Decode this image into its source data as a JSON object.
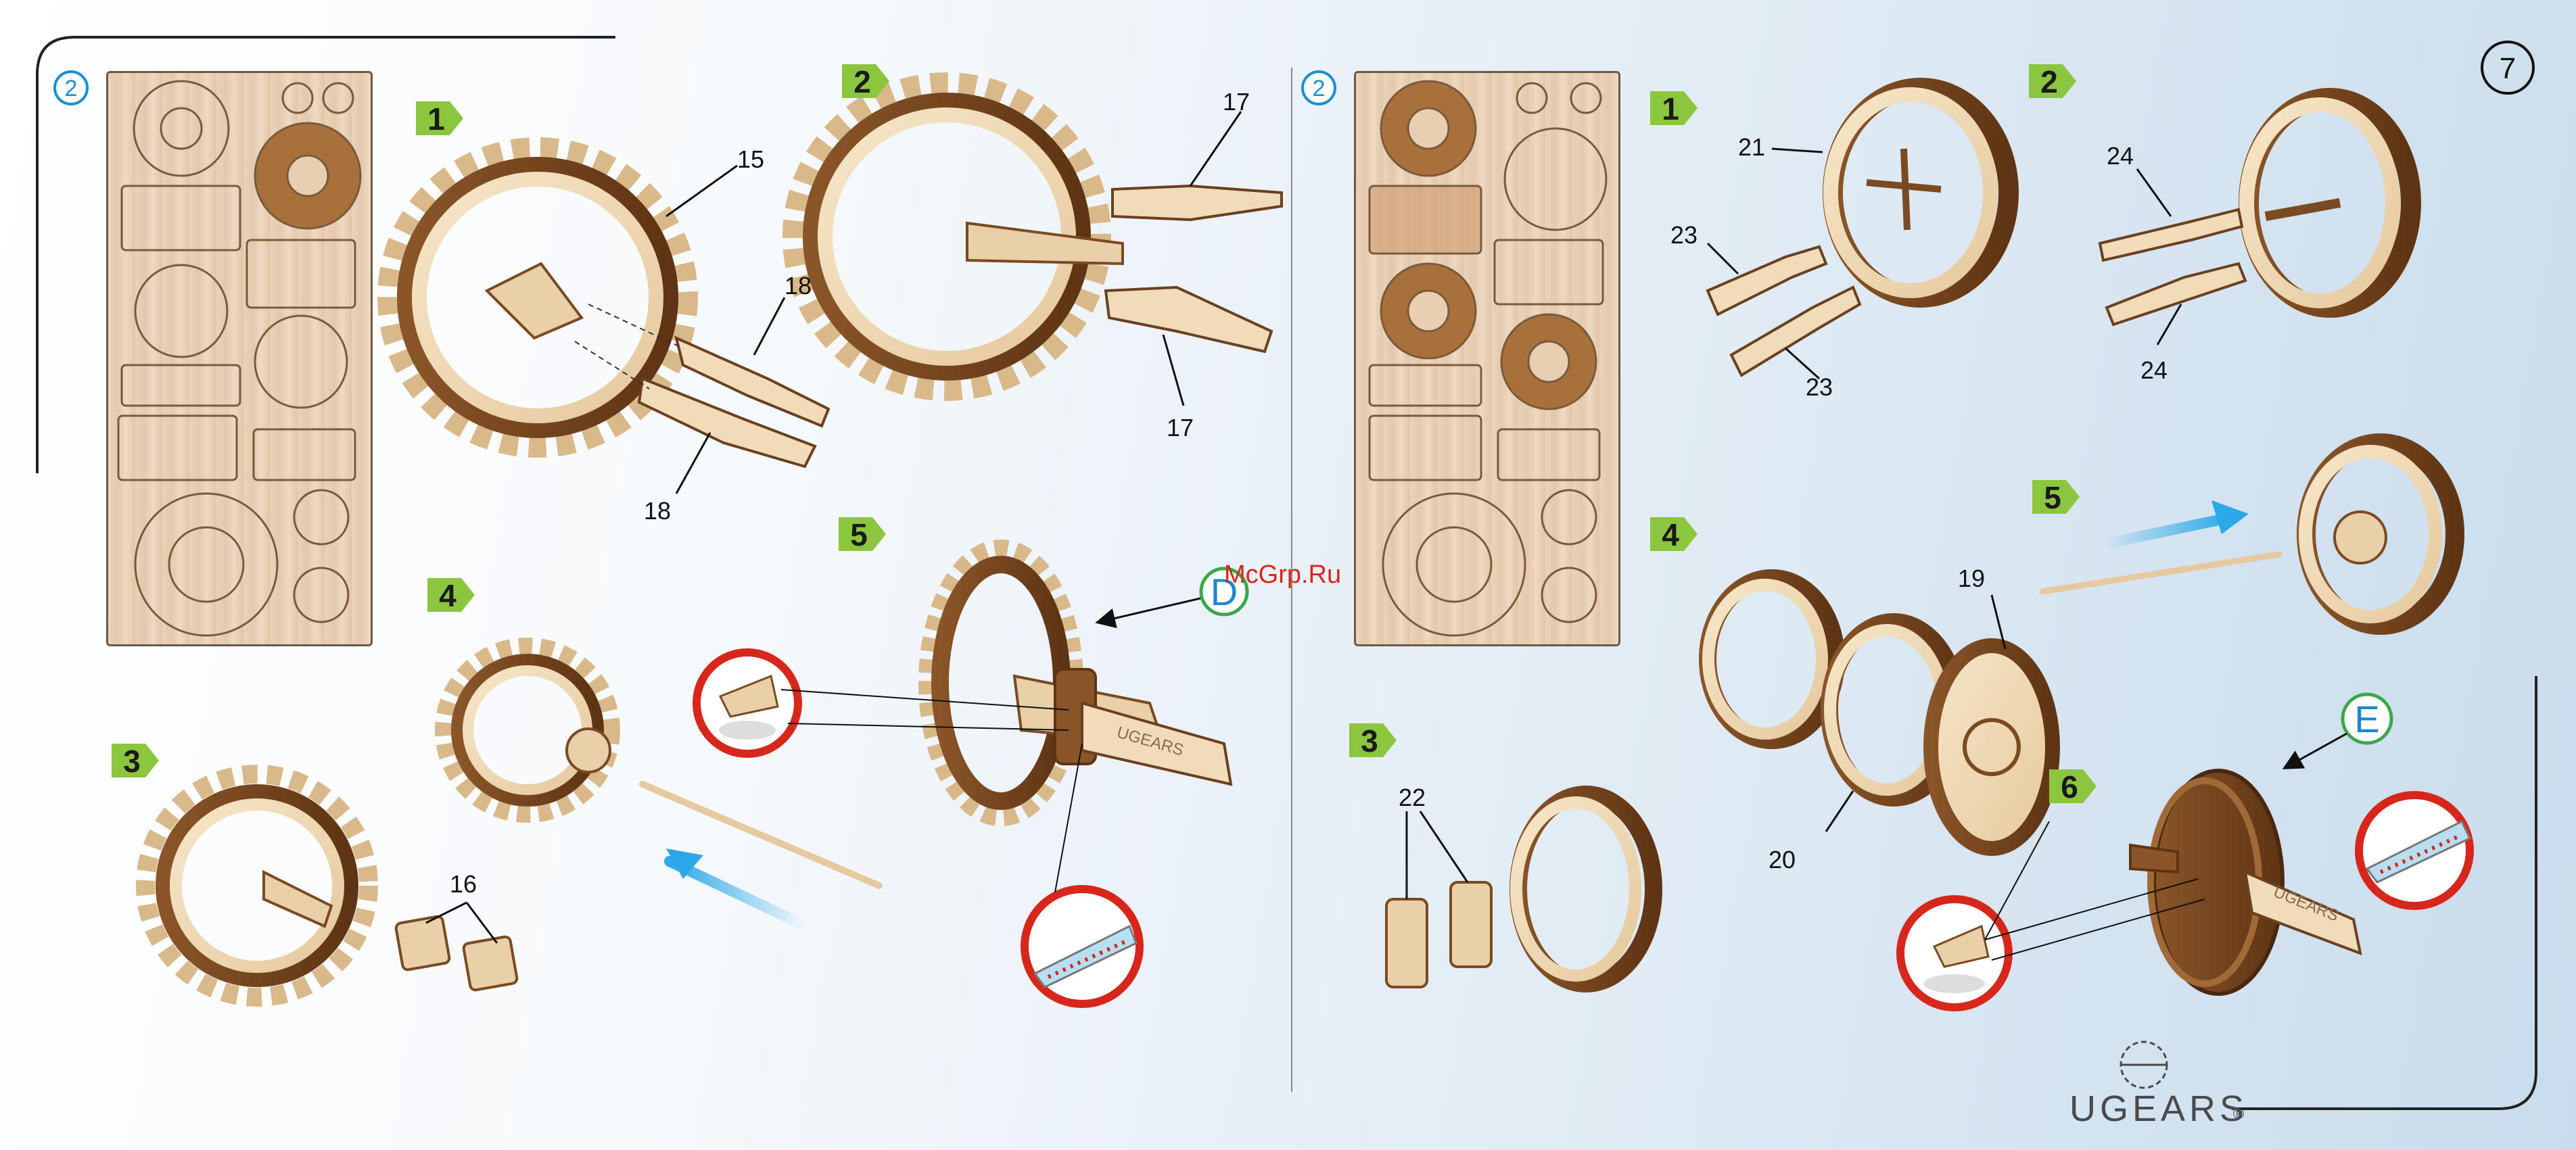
{
  "page": {
    "number": "7"
  },
  "watermark": "McGrp.Ru",
  "brand": {
    "logo": "UGEARS",
    "mark": "®"
  },
  "engraving": "UGEARS",
  "left": {
    "sheet_number": "2",
    "steps": {
      "s1": "1",
      "s2": "2",
      "s3": "3",
      "s4": "4",
      "s5": "5"
    },
    "parts": {
      "p15": "15",
      "p16": "16",
      "p17a": "17",
      "p17b": "17",
      "p18a": "18",
      "p18b": "18"
    },
    "assembly_letter": "D"
  },
  "right": {
    "sheet_number": "2",
    "steps": {
      "s1": "1",
      "s2": "2",
      "s3": "3",
      "s4": "4",
      "s5": "5",
      "s6": "6"
    },
    "parts": {
      "p19": "19",
      "p20": "20",
      "p21": "21",
      "p22": "22",
      "p23a": "23",
      "p23b": "23",
      "p24a": "24",
      "p24b": "24"
    },
    "assembly_letter": "E"
  },
  "colors": {
    "step_badge": "#8cc63f",
    "wood_light": "#f0dcb8",
    "wood_dark": "#7a4a22",
    "highlight_ring": "#d7261c",
    "arrow": "#2aa8e8"
  },
  "icons": [
    "gear-icon",
    "arrow-icon",
    "glue-icon",
    "ruler-icon",
    "toothpick-icon"
  ]
}
